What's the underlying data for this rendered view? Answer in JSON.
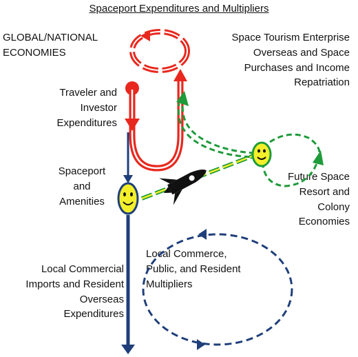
{
  "title": "Spaceport Expenditures and Multipliers",
  "labels": {
    "global": [
      "GLOBAL/NATIONAL",
      "ECONOMIES"
    ],
    "tourism": [
      "Space Tourism Enterprise",
      "Overseas and Space",
      "Purchases and Income",
      "Repatriation"
    ],
    "traveler": [
      "Traveler and",
      "Investor",
      "Expenditures"
    ],
    "spaceport": [
      "Spaceport",
      "and",
      "Amenities"
    ],
    "future": [
      "Future Space",
      "Resort and",
      "Colony",
      "Economies"
    ],
    "local_imports": [
      "Local Commercial",
      "Imports and Resident",
      "Overseas",
      "Expenditures"
    ],
    "local_commerce": [
      "Local Commerce,",
      "Public, and Resident",
      "Multipliers"
    ]
  },
  "colors": {
    "red": "#e8281e",
    "blue": "#1f3f7a",
    "green": "#1e9b3a",
    "yellow": "#f4ef2a",
    "black": "#111111"
  },
  "icons": [
    "rocket-icon",
    "smiley-icon"
  ]
}
